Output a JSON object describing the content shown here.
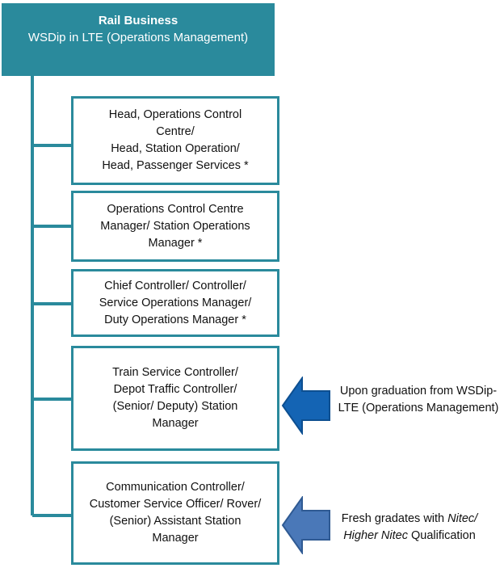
{
  "header": {
    "title": "Rail Business",
    "subtitle": "WSDip in LTE (Operations Management)"
  },
  "roles": [
    {
      "lines": [
        "Head, Operations Control",
        "Centre/",
        "Head, Station Operation/",
        "Head, Passenger Services *"
      ]
    },
    {
      "lines": [
        "Operations Control Centre",
        "Manager/ Station Operations",
        "Manager *"
      ]
    },
    {
      "lines": [
        "Chief Controller/ Controller/",
        "Service Operations Manager/",
        "Duty Operations Manager *"
      ]
    },
    {
      "lines": [
        "Train Service Controller/",
        "Depot Traffic Controller/",
        "(Senior/ Deputy) Station",
        "Manager"
      ]
    },
    {
      "lines": [
        "Communication Controller/",
        "Customer Service Officer/ Rover/",
        "(Senior) Assistant Station",
        "Manager"
      ]
    }
  ],
  "entry_points": [
    {
      "line1": "Upon graduation from WSDip-",
      "line2": "LTE (Operations Management)",
      "arrow_color": "#1464b4"
    },
    {
      "line1_a": "Fresh gradates with ",
      "line1_b": "Nitec/",
      "line2_a": "Higher Nitec",
      "line2_b": " Qualification",
      "arrow_color": "#4a78b8"
    }
  ],
  "colors": {
    "teal": "#2a8a9c"
  }
}
